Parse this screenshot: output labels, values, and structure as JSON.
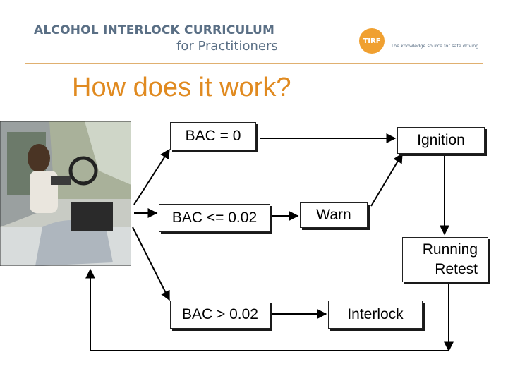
{
  "header": {
    "title": "ALCOHOL INTERLOCK CURRICULUM",
    "subtitle": "for Practitioners",
    "logo_text": "TIRF",
    "logo_tagline": "The knowledge source for safe driving"
  },
  "slide": {
    "title": "How does it work?"
  },
  "diagram": {
    "bac_zero": "BAC = 0",
    "bac_low": "BAC <= 0.02",
    "bac_high": "BAC > 0.02",
    "ignition": "Ignition",
    "warn": "Warn",
    "running_retest_line1": "Running",
    "running_retest_line2": "Retest",
    "interlock": "Interlock"
  },
  "colors": {
    "title_orange": "#e08a20",
    "header_blue": "#5a6f85",
    "rule": "#e0b070",
    "logo": "#f0a030"
  }
}
